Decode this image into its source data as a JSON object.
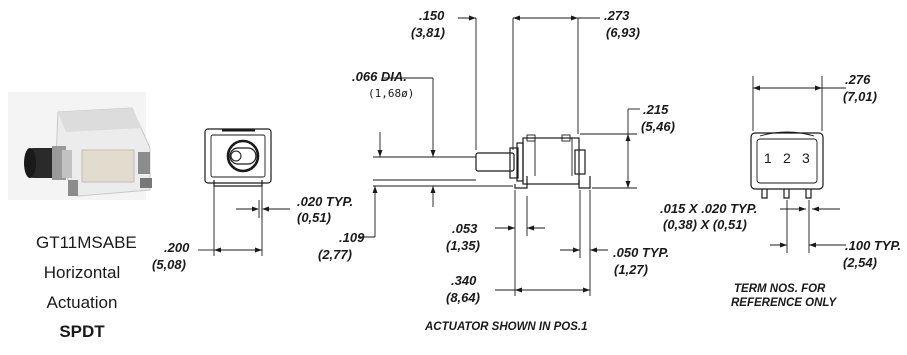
{
  "product": {
    "part_number": "GT11MSABE",
    "description_line1": "Horizontal",
    "description_line2": "Actuation",
    "circuit": "SPDT"
  },
  "dimensions": {
    "d150": {
      "in": ".150",
      "mm": "(3,81)"
    },
    "d273": {
      "in": ".273",
      "mm": "(6,93)"
    },
    "d066": {
      "in": ".066 DIA.",
      "mm": "(1,68ø)"
    },
    "d215": {
      "in": ".215",
      "mm": "(5,46)"
    },
    "d020": {
      "in": ".020 TYP.",
      "mm": "(0,51)"
    },
    "d109": {
      "in": ".109",
      "mm": "(2,77)"
    },
    "d200": {
      "in": ".200",
      "mm": "(5,08)"
    },
    "d053": {
      "in": ".053",
      "mm": "(1,35)"
    },
    "d050": {
      "in": ".050 TYP.",
      "mm": "(1,27)"
    },
    "d340": {
      "in": ".340",
      "mm": "(8,64)"
    },
    "d276": {
      "in": ".276",
      "mm": "(7,01)"
    },
    "d015": {
      "in": ".015 X .020 TYP.",
      "mm": "(0,38) X (0,51)"
    },
    "d100": {
      "in": ".100 TYP.",
      "mm": "(2,54)"
    }
  },
  "terminals": [
    "1",
    "2",
    "3"
  ],
  "notes": {
    "actuator": "ACTUATOR SHOWN IN POS.1",
    "term_line1": "TERM NOS. FOR",
    "term_line2": "REFERENCE ONLY"
  }
}
